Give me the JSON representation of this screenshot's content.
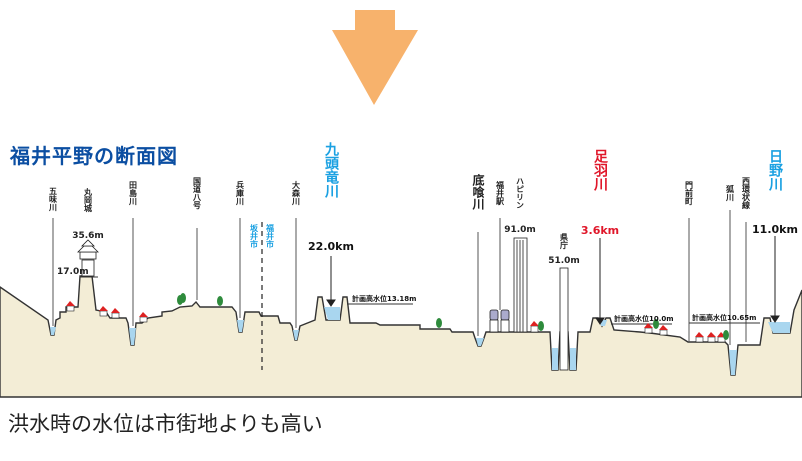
{
  "title": "福井平野の断面図",
  "caption": "洪水時の水位は市街地よりも高い",
  "colors": {
    "title": "#0b4ea2",
    "arrow": "#f7b26c",
    "ground": "#f3edd6",
    "water": "#a9d6ef",
    "kuzuryu_label": "#1ba1e2",
    "asuwa_label": "#e0172a",
    "hino_label": "#1ba1e2",
    "city_label": "#1ba1e2",
    "outline": "#333333"
  },
  "rivers": {
    "kuzuryu": {
      "name": "九頭竜川",
      "distance": "22.0km",
      "flood_level": "計画高水位13.18m"
    },
    "asuwa": {
      "name": "足羽川",
      "distance": "3.6km",
      "flood_level": "計画高水位10.0m"
    },
    "hino": {
      "name": "日野川",
      "distance": "11.0km",
      "flood_level": "計画高水位10.65m"
    }
  },
  "landmarks": {
    "gomi": "五味川",
    "maruoka_castle": {
      "name": "丸岡城",
      "height": "35.6m",
      "base": "17.0m"
    },
    "tajima": "田島川",
    "route8": "国道八号",
    "hyogo": "兵庫川",
    "boundary_left": "坂井市",
    "boundary_right": "福井市",
    "omori": "大森川",
    "sokurai": "底喰川",
    "fukui_station": "福井駅",
    "happiring": {
      "name": "ハピリン",
      "height": "91.0m"
    },
    "prefecture": {
      "name": "県庁",
      "height": "51.0m"
    },
    "monzen": "門前町",
    "kitsune": "狐川",
    "nishi_kanjo": "西環状線"
  }
}
